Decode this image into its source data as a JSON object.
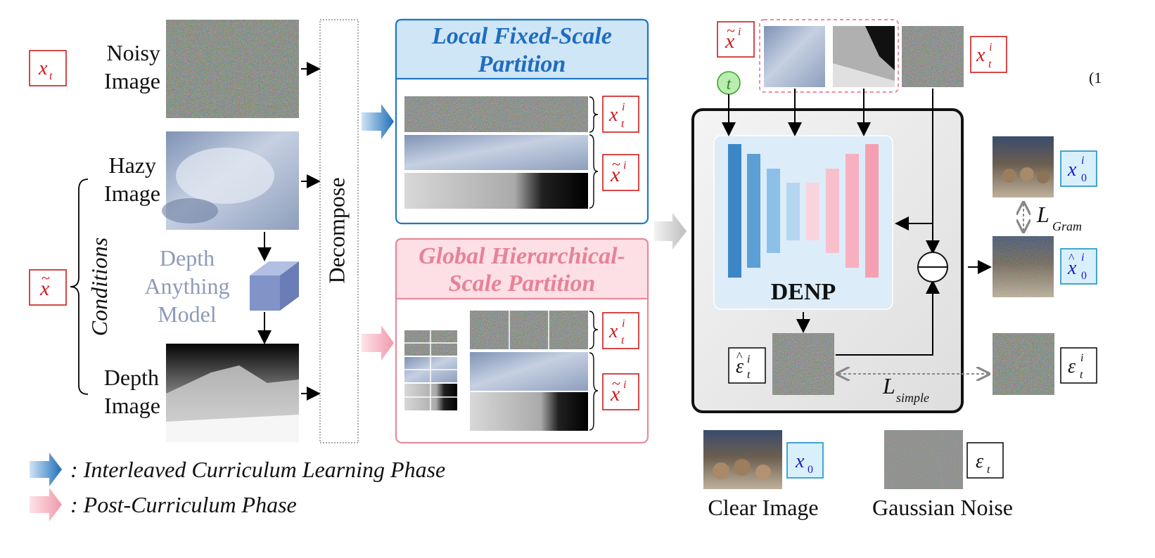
{
  "inputs": {
    "noisy_label_line1": "Noisy",
    "noisy_label_line2": "Image",
    "hazy_label_line1": "Hazy",
    "hazy_label_line2": "Image",
    "depth_label_line1": "Depth",
    "depth_label_line2": "Image",
    "conditions_label": "Conditions",
    "depth_model_line1": "Depth",
    "depth_model_line2": "Anything",
    "depth_model_line3": "Model",
    "decompose_label": "Decompose"
  },
  "local_partition": {
    "title_line1": "Local Fixed-Scale",
    "title_line2": "Partition"
  },
  "global_partition": {
    "title_line1": "Global Hierarchical-",
    "title_line2": "Scale Partition"
  },
  "network": {
    "name": "DENP",
    "time_symbol": "t"
  },
  "losses": {
    "gram": "L",
    "gram_sub": "Gram",
    "simple": "L",
    "simple_sub": "simple"
  },
  "bottom": {
    "clear_image_label": "Clear Image",
    "gaussian_noise_label": "Gaussian Noise"
  },
  "legend": {
    "phase1": ": Interleaved Curriculum Learning Phase",
    "phase2": ": Post-Curriculum Phase"
  },
  "equation_fragment": "(1",
  "colors": {
    "red_symbol": "#cc1a1a",
    "blue_symbol": "#1a1acc",
    "local_blue": "#1f78c8",
    "global_pink": "#e88a9c",
    "unet_blue": "#3b8fd0",
    "unet_pink": "#f4a6b8"
  }
}
